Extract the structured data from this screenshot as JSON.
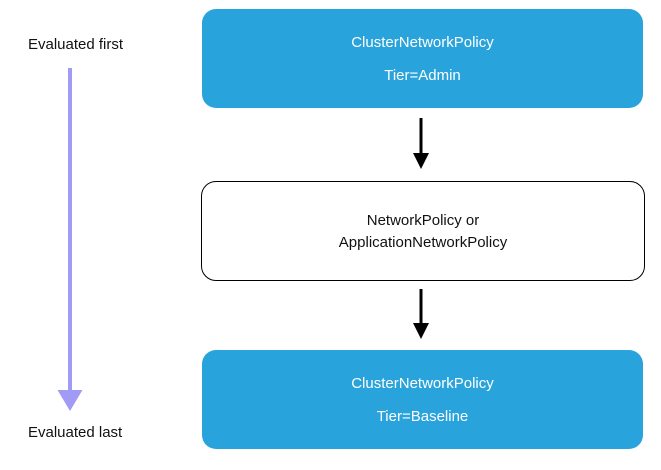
{
  "diagram": {
    "description": "Policy evaluation order flowchart",
    "timeline": {
      "first_label": "Evaluated first",
      "last_label": "Evaluated last"
    },
    "nodes": [
      {
        "id": "admin-tier",
        "style": "blue",
        "line1": "ClusterNetworkPolicy",
        "line2": "Tier=Admin"
      },
      {
        "id": "k8s-policy",
        "style": "white",
        "line1": "NetworkPolicy or",
        "line2": "ApplicationNetworkPolicy"
      },
      {
        "id": "baseline-tier",
        "style": "blue",
        "line1": "ClusterNetworkPolicy",
        "line2": "Tier=Baseline"
      }
    ],
    "connectors": [
      {
        "from": "admin-tier",
        "to": "k8s-policy",
        "color_name": "black"
      },
      {
        "from": "k8s-policy",
        "to": "baseline-tier",
        "color_name": "black"
      }
    ],
    "colors": {
      "box_blue": "#29A3DC",
      "arrow_purple": "#A29BF5",
      "arrow_black": "#000000",
      "box_text": "#FFFFFF",
      "label_text": "#111111"
    }
  }
}
